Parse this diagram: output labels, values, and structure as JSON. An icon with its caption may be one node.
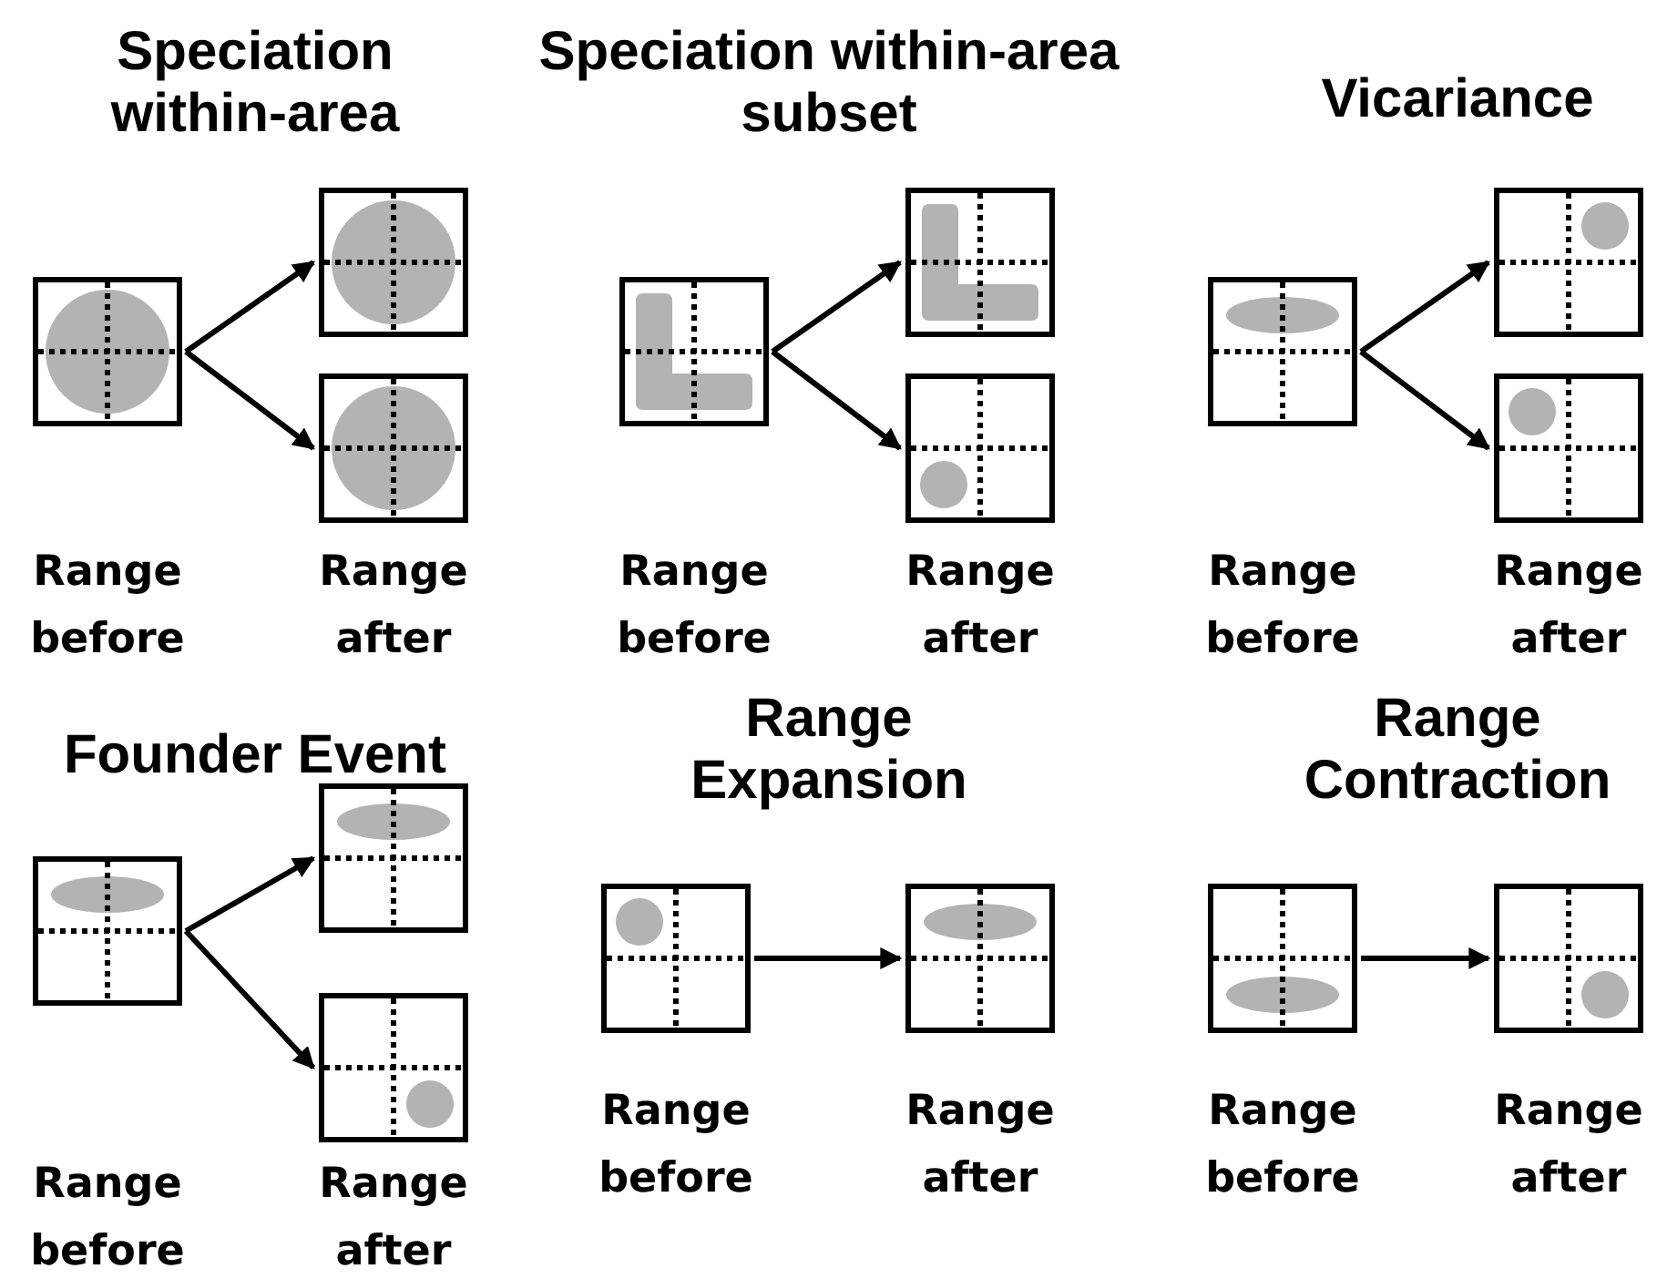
{
  "diagram": {
    "nodes": [
      {
        "text": [],
        "shape": "box",
        "beside": [
          "Range before"
        ]
      },
      {
        "text": [],
        "shape": "box"
      },
      {
        "text": [],
        "shape": "box",
        "beside": [
          "Range after"
        ]
      },
      {
        "text": [],
        "shape": "box",
        "beside": [
          "Range before"
        ]
      },
      {
        "text": [],
        "shape": "box"
      },
      {
        "text": [],
        "shape": "box",
        "beside": [
          "Range after"
        ]
      },
      {
        "text": [],
        "shape": "box",
        "beside": [
          "Range before"
        ]
      },
      {
        "text": [],
        "shape": "box"
      },
      {
        "text": [],
        "shape": "box",
        "beside": [
          "Range after"
        ]
      },
      {
        "text": [],
        "shape": "box",
        "beside": [
          "Range before"
        ]
      },
      {
        "text": [],
        "shape": "box"
      },
      {
        "text": [],
        "shape": "box",
        "beside": [
          "Range after"
        ]
      },
      {
        "text": [],
        "shape": "box",
        "beside": [
          "Range before"
        ]
      },
      {
        "text": [],
        "shape": "box",
        "beside": [
          "Range after"
        ]
      },
      {
        "text": [],
        "shape": "box",
        "beside": [
          "Range before"
        ]
      },
      {
        "text": [],
        "shape": "box",
        "beside": [
          "Range after"
        ]
      }
    ],
    "edges": [
      {
        "from": 0,
        "to": 1,
        "arrow": "to"
      },
      {
        "from": 0,
        "to": 2,
        "arrow": "to"
      },
      {
        "from": 3,
        "to": 4,
        "arrow": "to"
      },
      {
        "from": 3,
        "to": 5,
        "arrow": "to"
      },
      {
        "from": 6,
        "to": 7,
        "arrow": "to"
      },
      {
        "from": 6,
        "to": 8,
        "arrow": "to"
      },
      {
        "from": 9,
        "to": 10,
        "arrow": "to"
      },
      {
        "from": 9,
        "to": 11,
        "arrow": "to"
      },
      {
        "from": 12,
        "to": 13,
        "arrow": "to"
      },
      {
        "from": 14,
        "to": 15,
        "arrow": "to"
      }
    ],
    "labels": [
      "Speciation within-area",
      "Speciation within-area subset",
      "Vicariance",
      "Founder Event",
      "Range Expansion",
      "Range Contraction"
    ]
  }
}
